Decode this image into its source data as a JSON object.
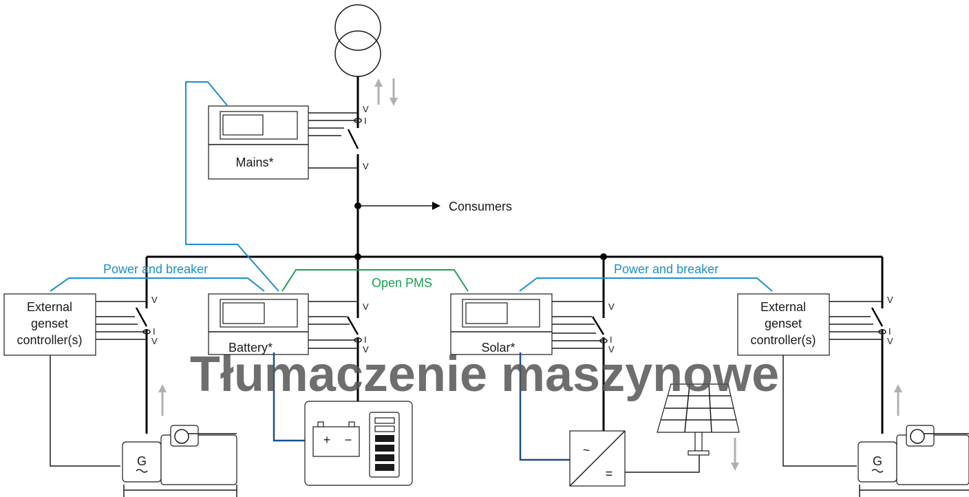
{
  "labels": {
    "mains": "Mains*",
    "battery": "Battery*",
    "solar": "Solar*",
    "consumers": "Consumers",
    "ext_line1": "External",
    "ext_line2": "genset",
    "ext_line3": "controller(s)",
    "power_breaker": "Power and breaker",
    "open_pms": "Open PMS",
    "v": "V",
    "i": "I",
    "generator": "G",
    "dc_plus": "+",
    "dc_minus": "−",
    "ac": "~",
    "dc": "="
  },
  "watermark": "Tłumaczenie maszynowe",
  "colors": {
    "power_breaker_link": "#1a8fd0",
    "open_pms_link": "#1aa050",
    "control_link": "#1a4f8a",
    "power_flow_arrow": "#b0b0b0",
    "bus": "#000000"
  }
}
